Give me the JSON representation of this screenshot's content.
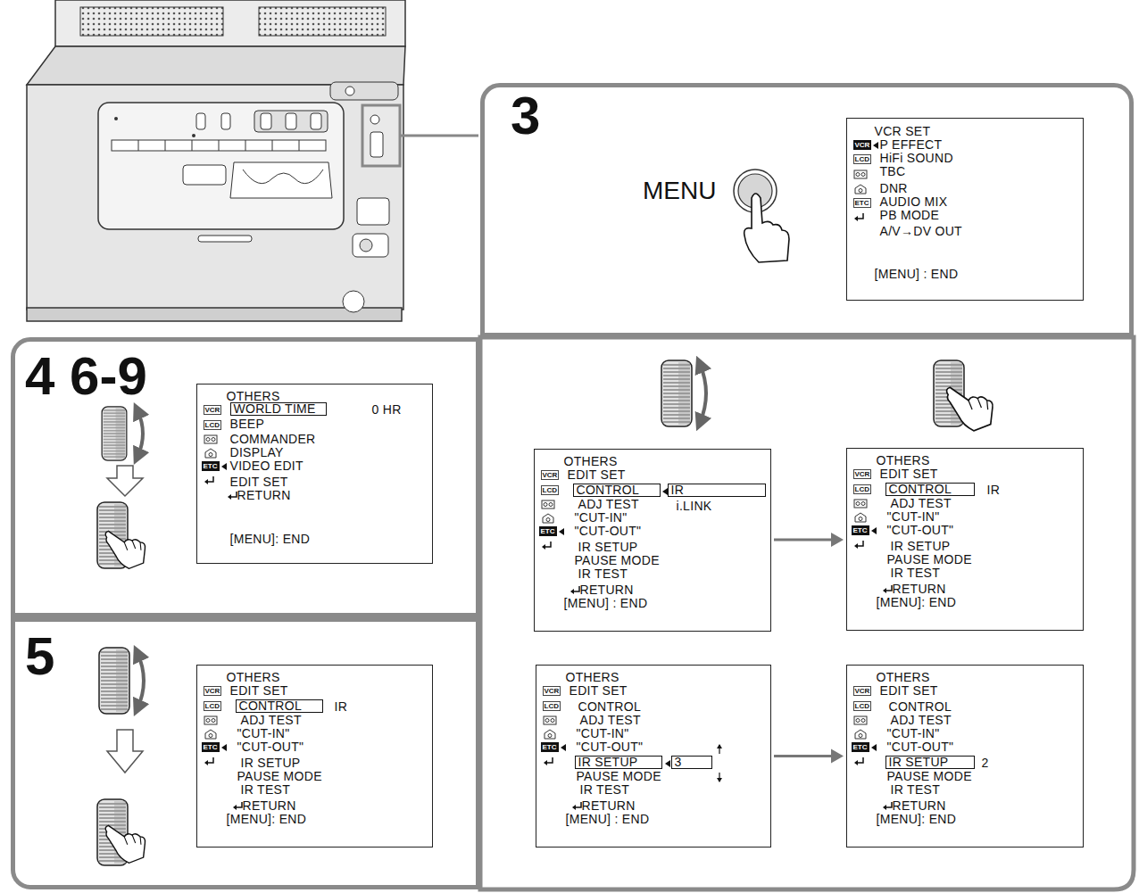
{
  "diagram": {
    "nodes": [
      {
        "text": [
          "3",
          "MENU"
        ]
      },
      {
        "text": [
          "VCR SET",
          "VCR",
          "P EFFECT",
          "LCD",
          "HiFi SOUND",
          "TBC",
          "DNR",
          "ETC",
          "AUDIO MIX",
          "PB MODE",
          "A/V→DV OUT",
          "[MENU] : END"
        ],
        "in": 0
      },
      {
        "text": [
          "4 6-9"
        ]
      },
      {
        "text": [
          "OTHERS",
          "VCR",
          "WORLD TIME",
          "0 HR",
          "LCD",
          "BEEP",
          "COMMANDER",
          "DISPLAY",
          "ETC",
          "VIDEO EDIT",
          "EDIT SET",
          "RETURN",
          "[MENU]: END"
        ],
        "in": 2
      },
      {
        "text": [
          "5"
        ]
      },
      {
        "text": [
          "OTHERS",
          "VCR",
          "EDIT SET",
          "LCD",
          "CONTROL",
          "IR",
          "ADJ TEST",
          "\"CUT-IN\"",
          "\"CUT-OUT\"",
          "ETC",
          "IR SETUP",
          "PAUSE MODE",
          "IR TEST",
          "RETURN",
          "[MENU]: END"
        ],
        "in": 4
      },
      {
        "text": [
          "OTHERS",
          "VCR",
          "EDIT SET",
          "LCD",
          "CONTROL",
          "IR",
          "ADJ TEST",
          "i.LINK",
          "\"CUT-IN\"",
          "\"CUT-OUT\"",
          "ETC",
          "IR SETUP",
          "PAUSE MODE",
          "IR TEST",
          "RETURN",
          "[MENU] : END"
        ]
      },
      {
        "text": [
          "OTHERS",
          "VCR",
          "EDIT SET",
          "LCD",
          "CONTROL",
          "IR",
          "ADJ TEST",
          "\"CUT-IN\"",
          "\"CUT-OUT\"",
          "ETC",
          "IR SETUP",
          "PAUSE MODE",
          "IR TEST",
          "RETURN",
          "[MENU]: END"
        ]
      },
      {
        "text": [
          "OTHERS",
          "VCR",
          "EDIT SET",
          "LCD",
          "CONTROL",
          "ADJ TEST",
          "\"CUT-IN\"",
          "\"CUT-OUT\"",
          "ETC",
          "IR SETUP",
          "3",
          "PAUSE MODE",
          "IR TEST",
          "RETURN",
          "[MENU] : END"
        ]
      },
      {
        "text": [
          "OTHERS",
          "VCR",
          "EDIT SET",
          "LCD",
          "CONTROL",
          "ADJ TEST",
          "\"CUT-IN\"",
          "\"CUT-OUT\"",
          "ETC",
          "IR SETUP",
          "2",
          "PAUSE MODE",
          "IR TEST",
          "RETURN",
          "[MENU]: END"
        ]
      }
    ],
    "edges": [
      {
        "from": 6,
        "to": 7,
        "arrow": "to"
      },
      {
        "from": 8,
        "to": 9,
        "arrow": "to"
      }
    ]
  }
}
